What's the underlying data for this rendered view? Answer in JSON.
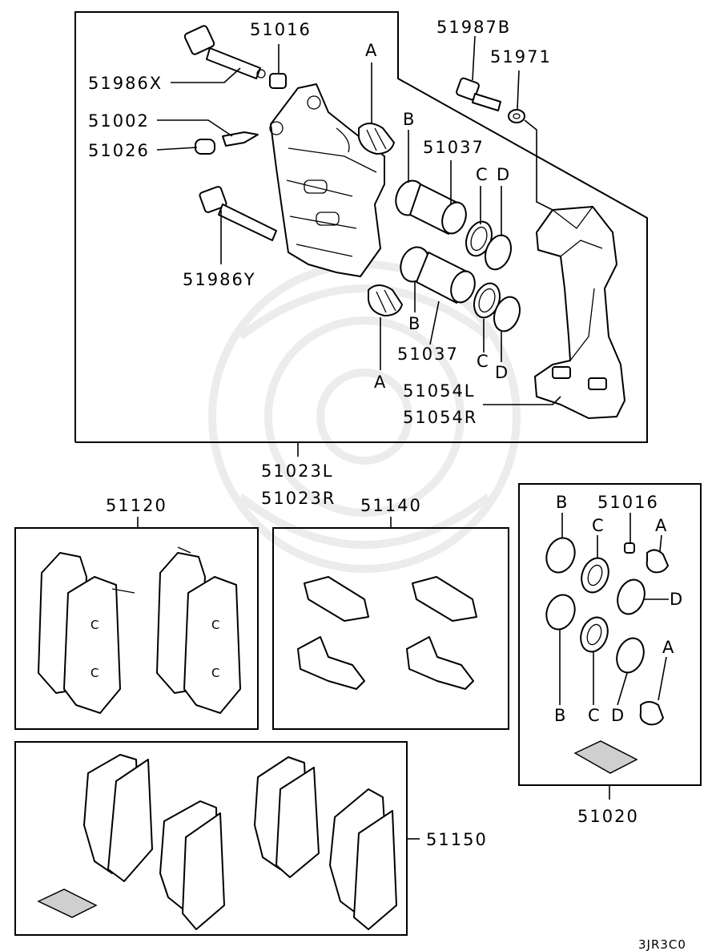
{
  "diagram_code": "3JR3C0",
  "labels": {
    "p51016_top": "51016",
    "p51986x": "51986X",
    "p51002": "51002",
    "p51026": "51026",
    "p51986y": "51986Y",
    "p51987b": "51987B",
    "p51971": "51971",
    "p51037_top": "51037",
    "p51037_bot": "51037",
    "p51054l": "51054L",
    "p51054r": "51054R",
    "p51023l": "51023L",
    "p51023r": "51023R",
    "p51120": "51120",
    "p51140": "51140",
    "p51150": "51150",
    "p51016_kit": "51016",
    "p51020": "51020",
    "letter_a": "A",
    "letter_b": "B",
    "letter_c": "C",
    "letter_d": "D"
  }
}
